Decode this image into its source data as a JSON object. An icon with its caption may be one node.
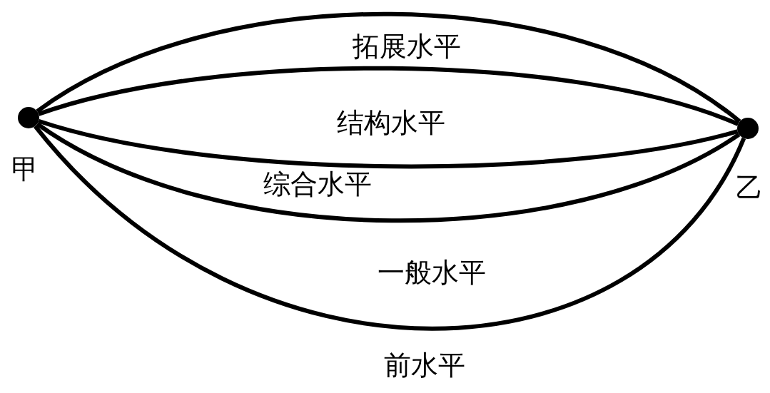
{
  "diagram": {
    "nodes": [
      {
        "text": [],
        "shape": "circle",
        "beside": [
          "甲"
        ]
      },
      {
        "text": [],
        "shape": "circle",
        "beside": [
          "乙"
        ]
      }
    ],
    "edges": [
      {
        "from": 0,
        "to": 1,
        "arrow": "none",
        "label": "拓展水平"
      },
      {
        "from": 0,
        "to": 1,
        "arrow": "none",
        "label": "结构水平"
      },
      {
        "from": 0,
        "to": 1,
        "arrow": "none",
        "label": "综合水平"
      },
      {
        "from": 0,
        "to": 1,
        "arrow": "none",
        "label": "一般水平"
      },
      {
        "from": 0,
        "to": 1,
        "arrow": "none",
        "label": "前水平"
      }
    ]
  }
}
